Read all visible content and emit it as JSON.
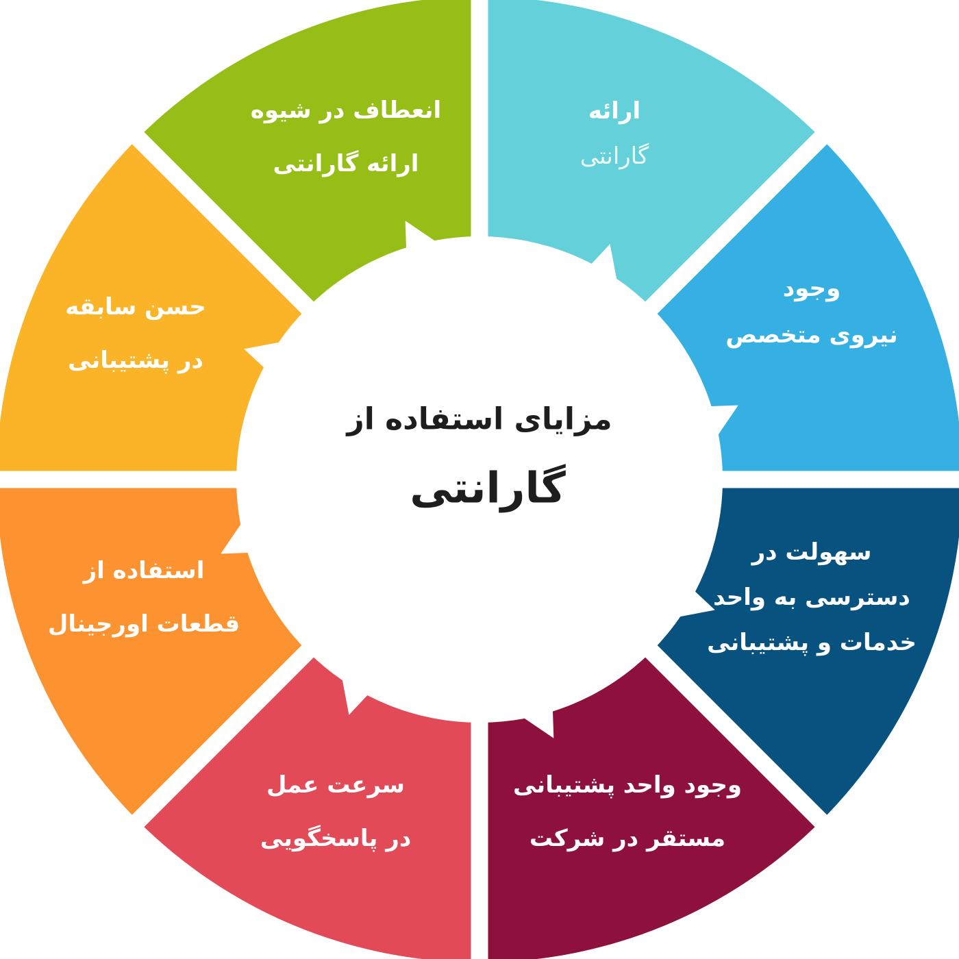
{
  "center": {
    "line1": "مزایای استفاده از",
    "line2": "گارانتی"
  },
  "segments": [
    {
      "id": "cyan",
      "color": "#63D0DA",
      "lines": [
        "ارائه",
        "گارانتی"
      ]
    },
    {
      "id": "blue",
      "color": "#36B0E3",
      "lines": [
        "وجود",
        "نیروی متخصص"
      ]
    },
    {
      "id": "darkblue",
      "color": "#07527F",
      "lines": [
        "سهولت در",
        "دسترسی  به واحد",
        "خدمات و پشتیبانی"
      ]
    },
    {
      "id": "maroon",
      "color": "#8E103D",
      "lines": [
        "وجود واحد پشتیبانی",
        "مستقر در شرکت"
      ]
    },
    {
      "id": "red",
      "color": "#E24A57",
      "lines": [
        "سرعت عمل",
        "در پاسخگویی"
      ]
    },
    {
      "id": "orange",
      "color": "#FC9330",
      "lines": [
        "استفاده از",
        "قطعات اورجینال"
      ]
    },
    {
      "id": "yellow",
      "color": "#FBB327",
      "lines": [
        "حسن سابقه",
        "در پشتیبانی"
      ]
    },
    {
      "id": "green",
      "color": "#97BE16",
      "lines": [
        "انعطاف در شیوه",
        "ارائه گارانتی"
      ]
    }
  ]
}
